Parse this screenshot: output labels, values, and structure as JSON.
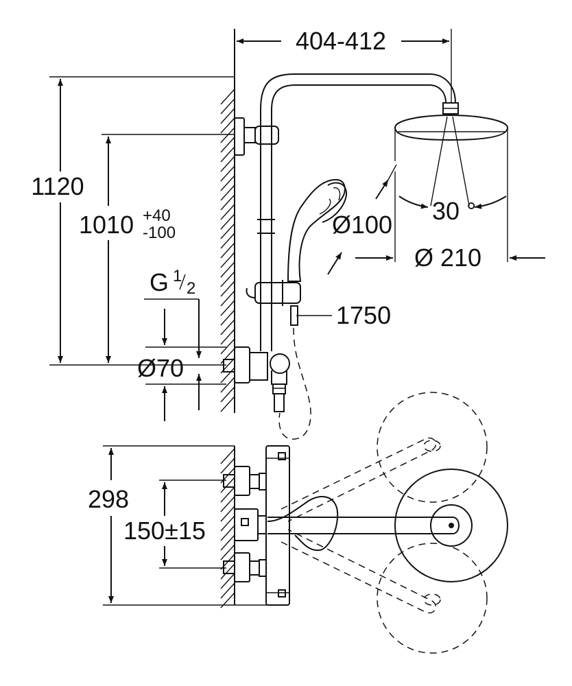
{
  "dimensions": {
    "arm_length": "404-412",
    "total_height": "1120",
    "rail_height": "1010",
    "rail_tol_plus": "+40",
    "rail_tol_minus": "-100",
    "thread_G": "G",
    "thread_num": "1",
    "thread_den": "2",
    "pipe_dia": "Ø70",
    "hand_shower_dia": "Ø100",
    "head_shower_dia": "Ø 210",
    "spray_angle": "30 °",
    "hose_length": "1750",
    "mixer_height": "298",
    "inlet_spacing": "150±15"
  },
  "colors": {
    "line": "#111111",
    "background": "#ffffff"
  }
}
